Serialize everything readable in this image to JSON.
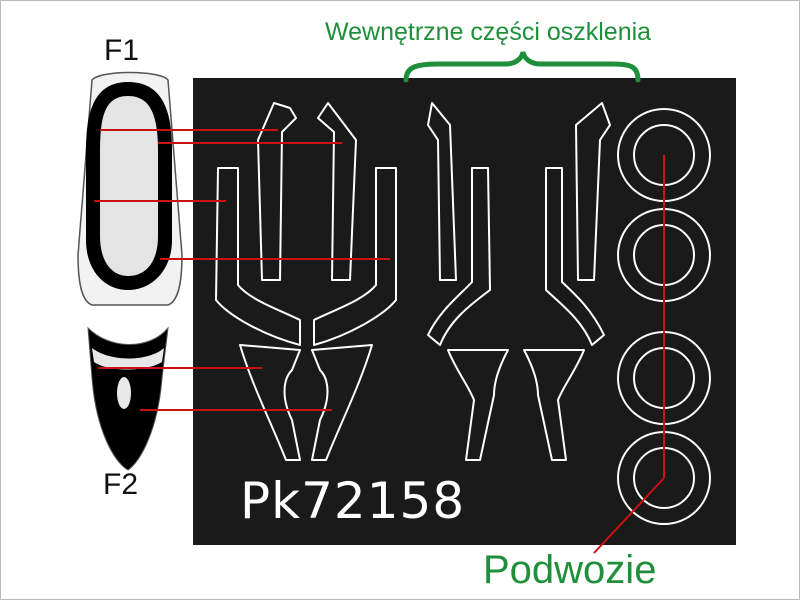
{
  "labels": {
    "f1": "F1",
    "f2": "F2",
    "inner_glazing": "Wewnętrzne części oszklenia",
    "landing_gear": "Podwozie",
    "product_code": "Pk72158"
  },
  "colors": {
    "sheet": "#1a1a1a",
    "cut_lines": "#ffffff",
    "leader_lines": "#cc1111",
    "annotation_green": "#1f8f3a",
    "glazing": "#e4e4e4",
    "frame_black": "#000000"
  },
  "icons": {
    "canopy_f1": "canopy-front-icon",
    "canopy_f2": "canopy-rear-icon",
    "brace": "curly-brace-icon"
  }
}
